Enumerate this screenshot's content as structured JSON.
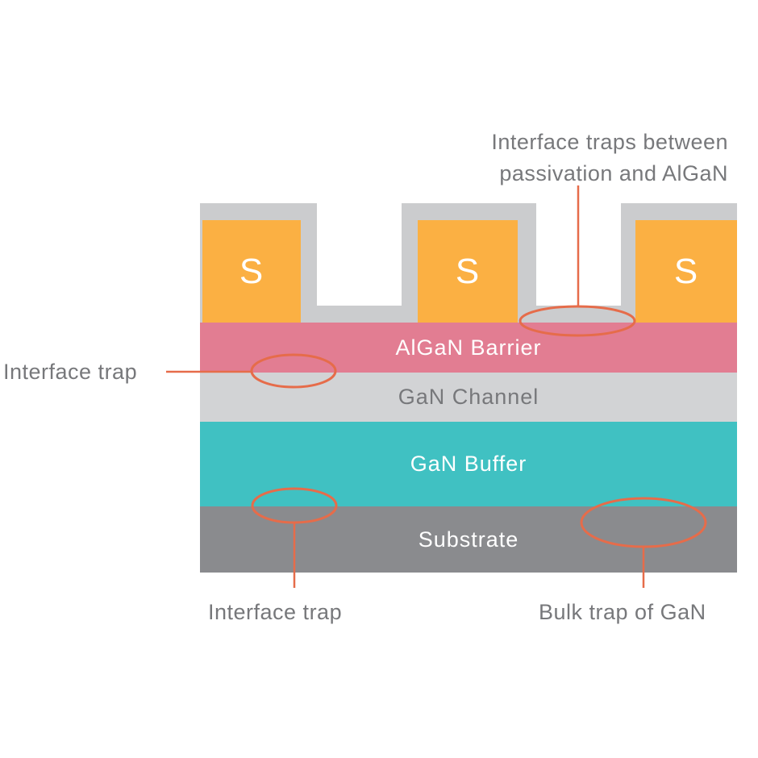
{
  "colors": {
    "passivation": "#cbccce",
    "contact": "#fbb043",
    "barrier": "#e27d92",
    "channel": "#d2d3d5",
    "buffer": "#40c1c2",
    "substrate": "#8a8b8e",
    "annotation": "#e66c4a",
    "label_on_dark": "#ffffff",
    "text_gray": "#77787b"
  },
  "device": {
    "contacts": [
      "S",
      "S",
      "S"
    ],
    "passivation_color": "#cbccce",
    "layers": [
      {
        "name": "AlGaN Barrier",
        "color": "#e27d92",
        "label_color": "#ffffff"
      },
      {
        "name": "GaN Channel",
        "color": "#d2d3d5",
        "label_color": "#77787b"
      },
      {
        "name": "GaN Buffer",
        "color": "#40c1c2",
        "label_color": "#ffffff"
      },
      {
        "name": "Substrate",
        "color": "#8a8b8e",
        "label_color": "#ffffff"
      }
    ]
  },
  "annotations": [
    {
      "id": "top-right",
      "text_line1": "Interface traps between",
      "text_line2": "passivation and AlGaN"
    },
    {
      "id": "left",
      "text": "Interface trap"
    },
    {
      "id": "bottom-left",
      "text": "Interface trap"
    },
    {
      "id": "bottom-right",
      "text": "Bulk trap of GaN"
    }
  ]
}
